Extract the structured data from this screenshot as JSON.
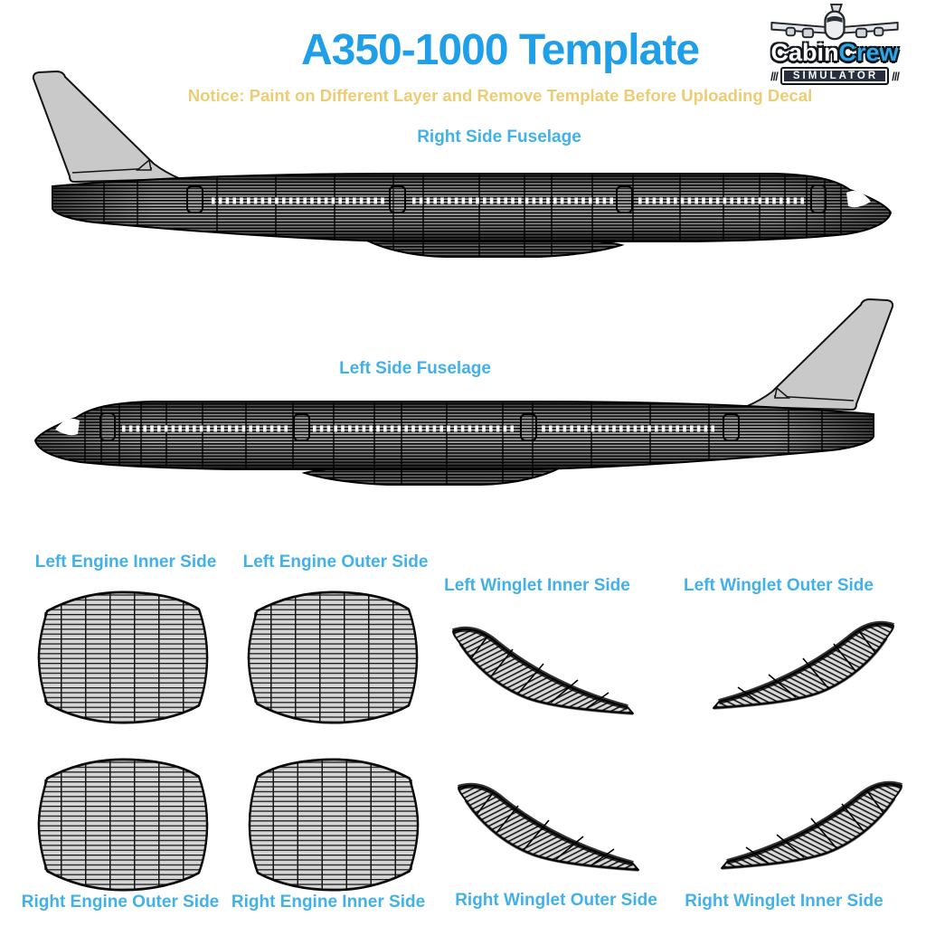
{
  "page": {
    "background": "#ffffff"
  },
  "title": {
    "text": "A350-1000 Template",
    "color": "#1e9fe8"
  },
  "notice": {
    "text": "Notice: Paint on Different Layer and Remove Template Before Uploading Decal",
    "color": "#eccd74"
  },
  "logo": {
    "cabin": "Cabin",
    "crew": "Crew",
    "banner": "SIMULATOR",
    "crew_color": "#2ba7e9",
    "plane_icon": "airplane-front-icon"
  },
  "labels": {
    "color": "#42b1ea",
    "right_fuselage": "Right Side Fuselage",
    "left_fuselage": "Left Side Fuselage",
    "left_engine_inner": "Left Engine Inner Side",
    "left_engine_outer": "Left Engine Outer Side",
    "left_winglet_inner": "Left Winglet Inner Side",
    "left_winglet_outer": "Left Winglet Outer Side",
    "right_engine_outer": "Right Engine Outer Side",
    "right_engine_inner": "Right Engine Inner Side",
    "right_winglet_outer": "Right Winglet Outer Side",
    "right_winglet_inner": "Right Winglet Inner Side"
  },
  "artwork_colors": {
    "tail_fin": "#c9c9c9",
    "part_fill": "#d5d5d5",
    "fuselage_base": "#b2b2b2",
    "wireframe_line": "#000000",
    "window": "#ffffff"
  }
}
